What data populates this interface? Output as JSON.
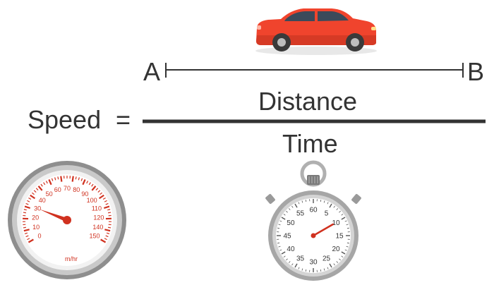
{
  "formula": {
    "lhs": "Speed",
    "equals": "=",
    "numerator": "Distance",
    "denominator": "Time"
  },
  "distance_line": {
    "start_label": "A",
    "end_label": "B"
  },
  "speedometer": {
    "unit": "m/hr",
    "tick_labels": [
      "0",
      "10",
      "20",
      "30",
      "40",
      "50",
      "60",
      "70",
      "80",
      "90",
      "100",
      "110",
      "120",
      "140",
      "150"
    ],
    "reading": 30,
    "colors": {
      "ticks": "#d0311f",
      "needle": "#d0311f",
      "bezel": "#9b9b9b"
    }
  },
  "stopwatch": {
    "tick_labels": [
      "60",
      "5",
      "10",
      "15",
      "20",
      "25",
      "30",
      "35",
      "40",
      "45",
      "50",
      "55"
    ],
    "reading": 10,
    "colors": {
      "hand": "#d0311f",
      "bezel": "#a6a6a6",
      "numbers": "#333333"
    }
  },
  "car": {
    "icon": "car-icon",
    "color": "#f0442d"
  }
}
